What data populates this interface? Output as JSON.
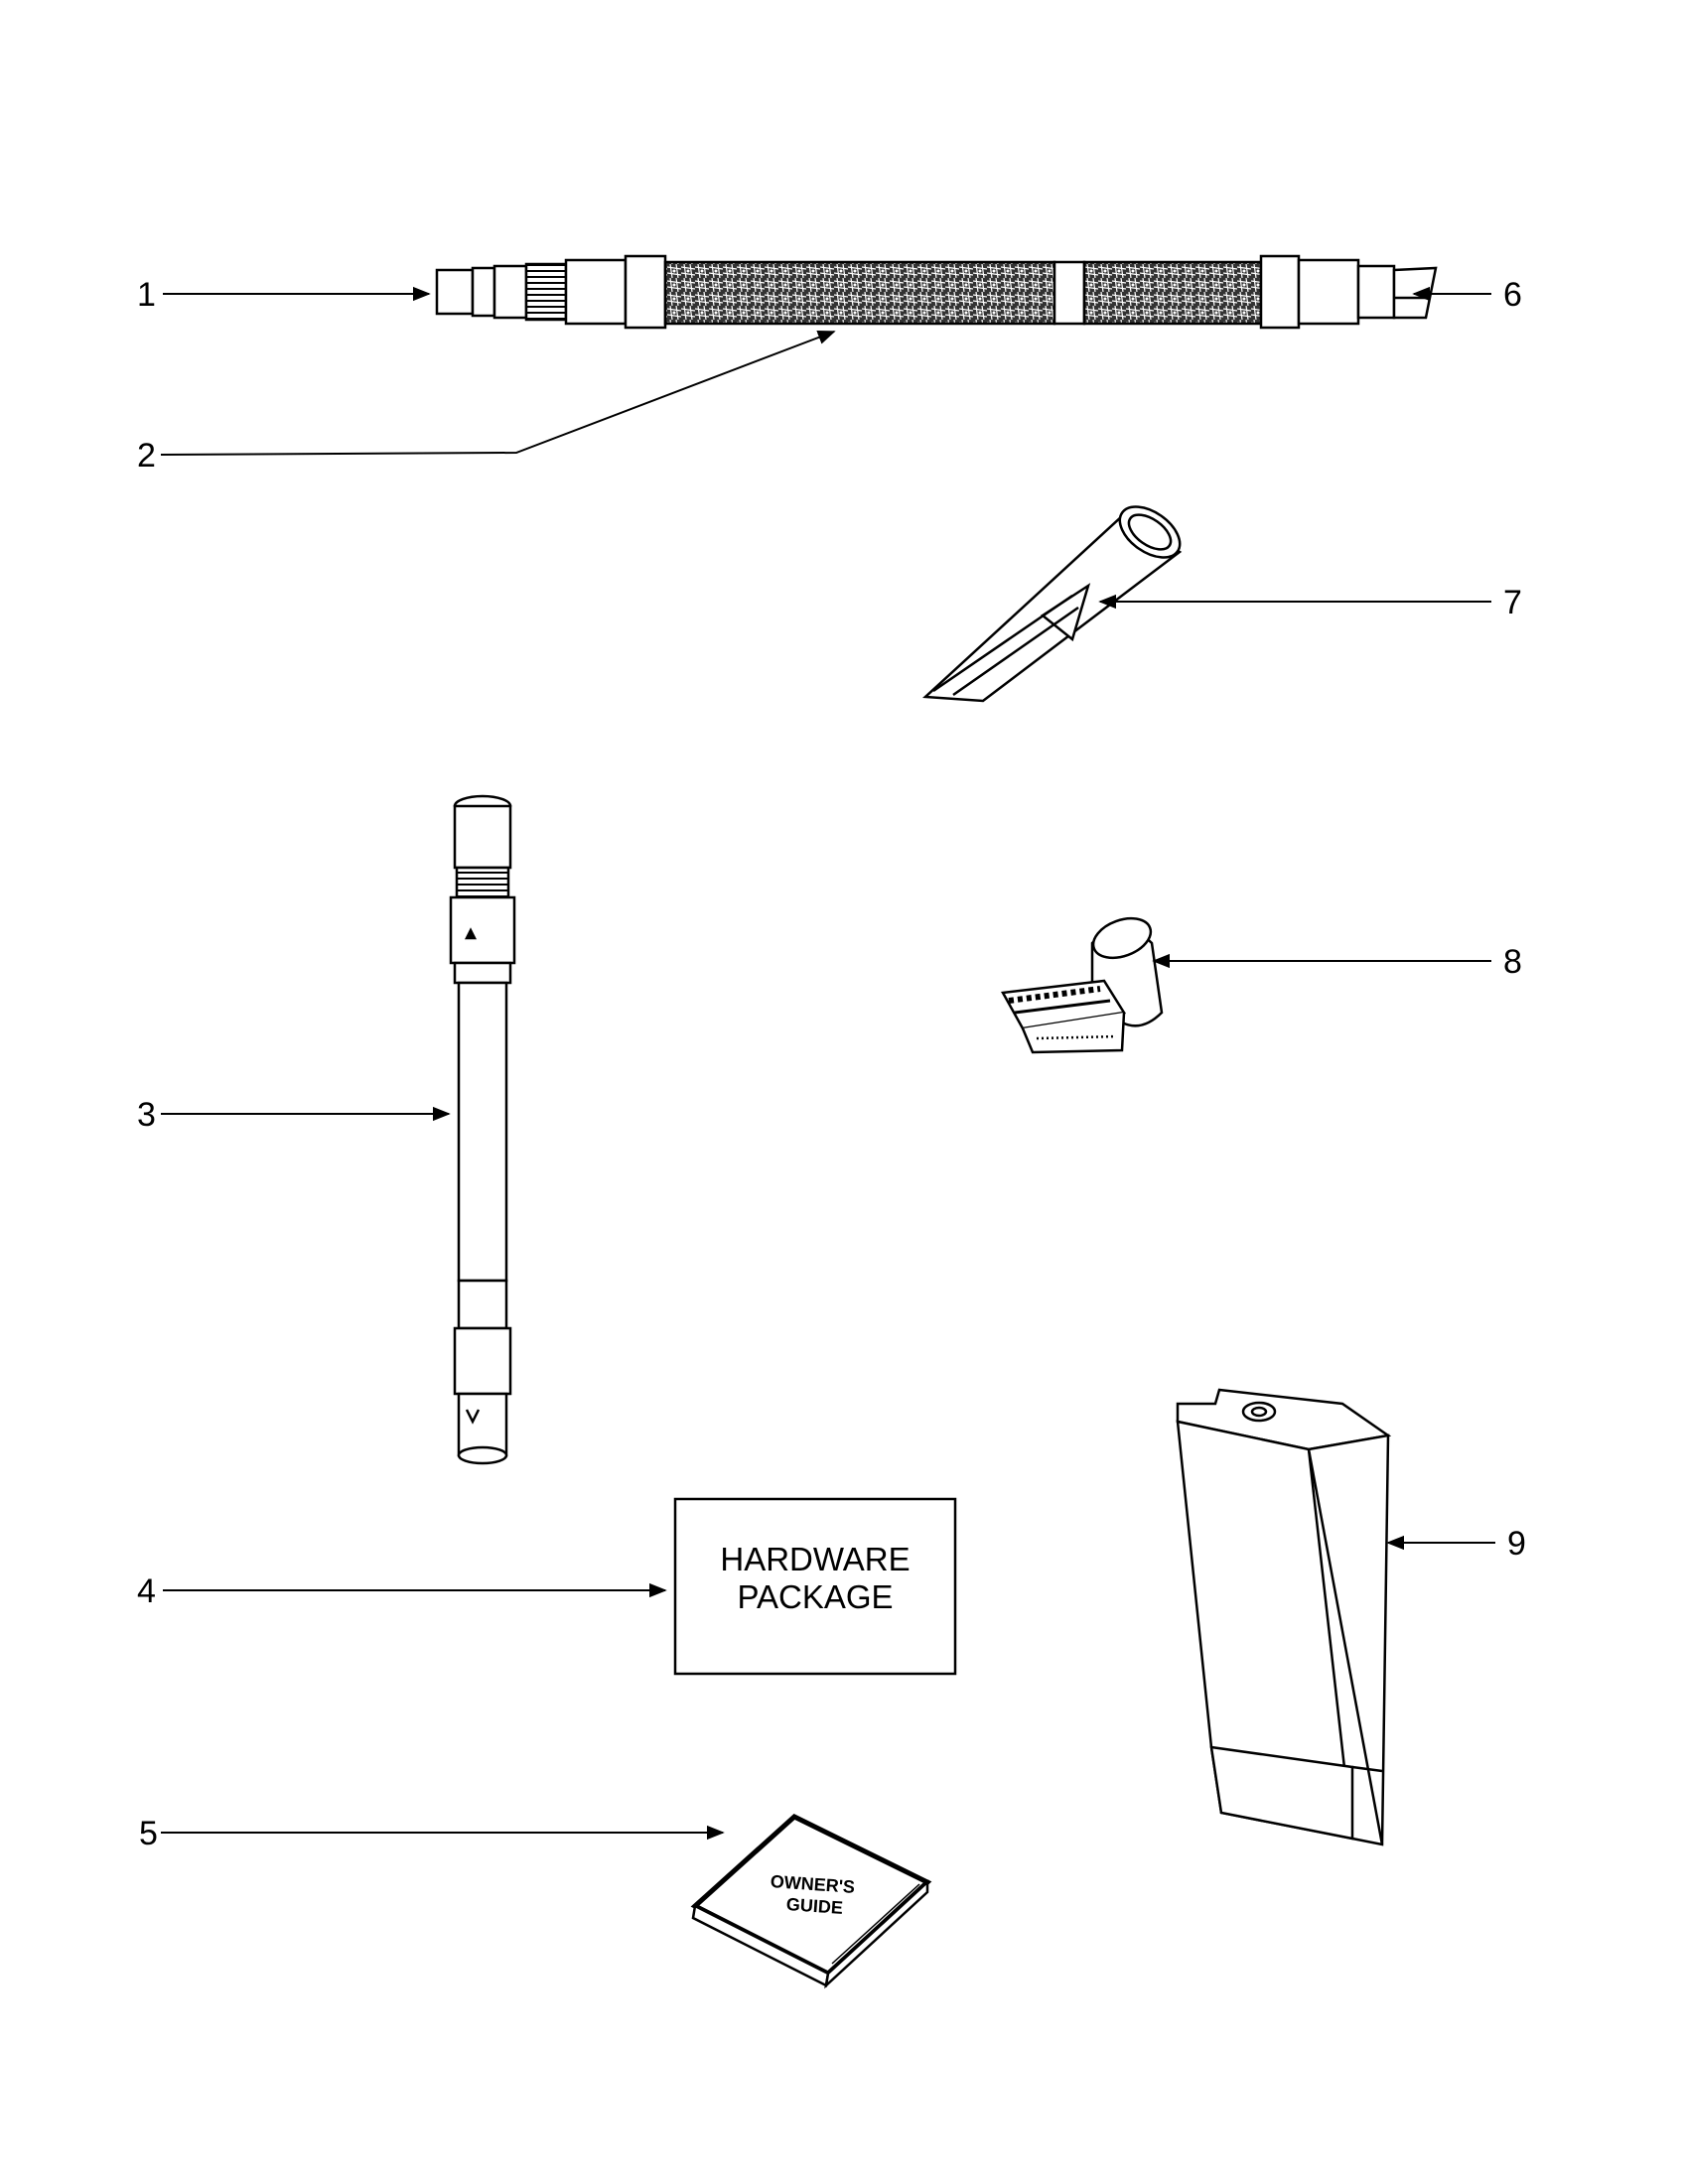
{
  "callouts": {
    "c1": "1",
    "c2": "2",
    "c3": "3",
    "c4": "4",
    "c5": "5",
    "c6": "6",
    "c7": "7",
    "c8": "8",
    "c9": "9"
  },
  "hardware_package": {
    "line1": "HARDWARE",
    "line2": "PACKAGE"
  },
  "owners_guide": {
    "line1": "OWNER'S",
    "line2": "GUIDE"
  }
}
